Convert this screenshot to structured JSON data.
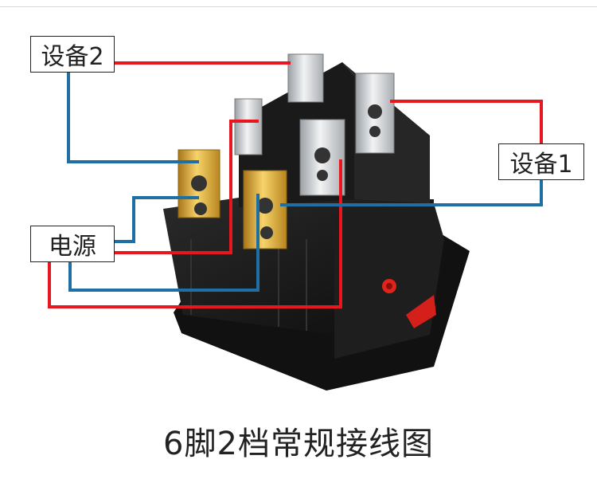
{
  "labels": {
    "device2": "设备2",
    "device1": "设备1",
    "power": "电源"
  },
  "caption": "6脚2档常规接线图",
  "colors": {
    "wire_red": "#e8161f",
    "wire_blue": "#1f6fa3",
    "switch_body": "#1b1b1b",
    "terminal_silver": "#cfd3d6",
    "terminal_gold": "#d9a72e",
    "indicator_red": "#e0241c"
  }
}
